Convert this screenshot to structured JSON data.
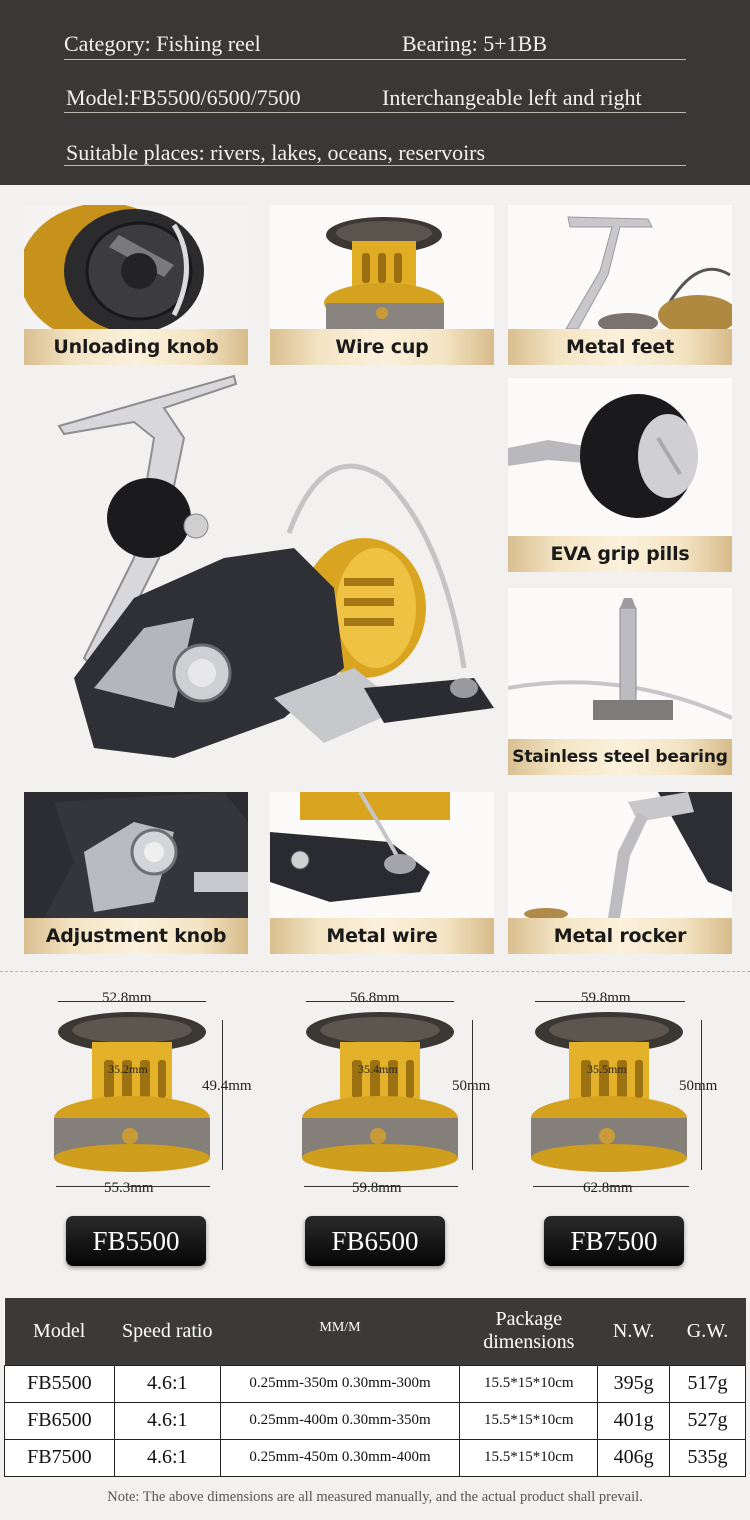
{
  "header": {
    "category": "Category: Fishing  reel",
    "bearing": "Bearing: 5+1BB",
    "model": "Model:FB5500/6500/7500",
    "interchangeable": "Interchangeable left and right",
    "places": "Suitable places: rivers, lakes, oceans, reservoirs"
  },
  "features": [
    {
      "label": "Unloading knob"
    },
    {
      "label": "Wire cup"
    },
    {
      "label": "Metal feet"
    },
    {
      "label": "EVA grip pills"
    },
    {
      "label": "Stainless steel bearing"
    },
    {
      "label": "Adjustment knob"
    },
    {
      "label": "Metal wire"
    },
    {
      "label": "Metal rocker"
    }
  ],
  "spools": [
    {
      "model": "FB5500",
      "top": "52.8mm",
      "inner": "35.2mm",
      "height": "49.4mm",
      "bottom": "55.3mm"
    },
    {
      "model": "FB6500",
      "top": "56.8mm",
      "inner": "35.4mm",
      "height": "50mm",
      "bottom": "59.8mm"
    },
    {
      "model": "FB7500",
      "top": "59.8mm",
      "inner": "35.5mm",
      "height": "50mm",
      "bottom": "62.8mm"
    }
  ],
  "table": {
    "headers": {
      "model": "Model",
      "speed": "Speed ratio",
      "mm": "MM/M",
      "package_1": "Package",
      "package_2": "dimensions",
      "nw": "N.W.",
      "gw": "G.W."
    },
    "rows": [
      {
        "model": "FB5500",
        "speed": "4.6:1",
        "mm": "0.25mm-350m 0.30mm-300m",
        "package": "15.5*15*10cm",
        "nw": "395g",
        "gw": "517g"
      },
      {
        "model": "FB6500",
        "speed": "4.6:1",
        "mm": "0.25mm-400m 0.30mm-350m",
        "package": "15.5*15*10cm",
        "nw": "401g",
        "gw": "527g"
      },
      {
        "model": "FB7500",
        "speed": "4.6:1",
        "mm": "0.25mm-450m 0.30mm-400m",
        "package": "15.5*15*10cm",
        "nw": "406g",
        "gw": "535g"
      }
    ]
  },
  "note": "Note: The above dimensions are all measured manually, and the actual product shall prevail.",
  "colors": {
    "gold": "#d9a521",
    "dark": "#3a3837",
    "caption": "#f3e4c3"
  }
}
